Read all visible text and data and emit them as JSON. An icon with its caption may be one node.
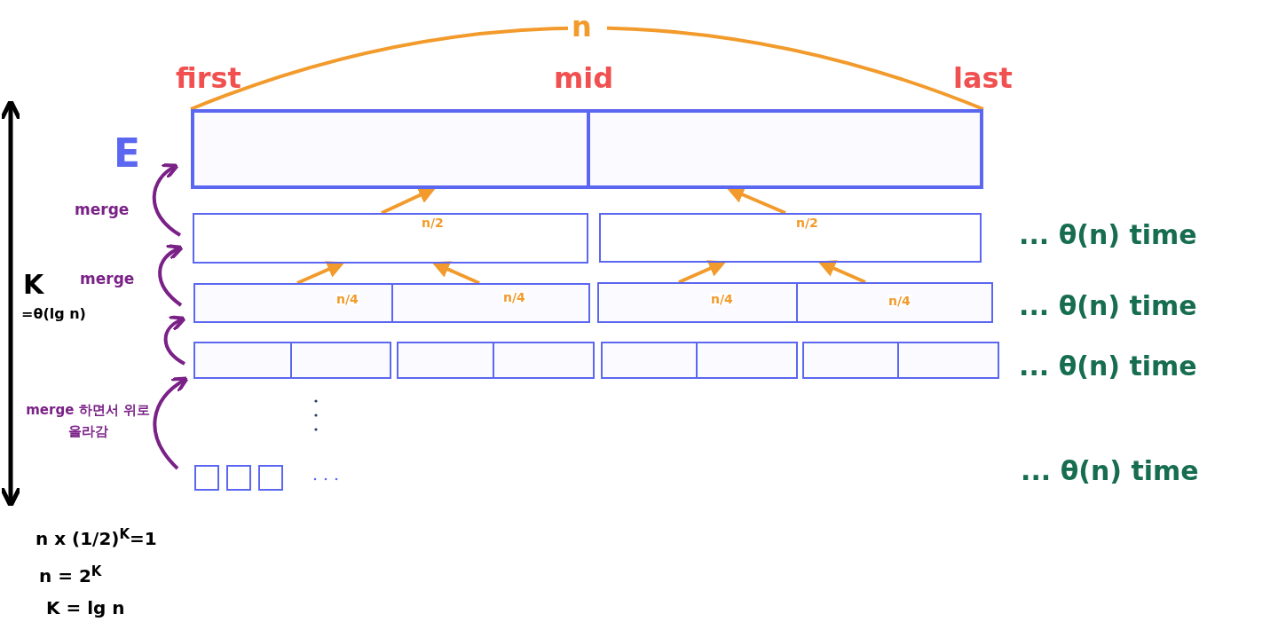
{
  "diagram": {
    "nodes": [
      {
        "text": [],
        "shape": "box"
      },
      {
        "text": [],
        "shape": "box",
        "in": 0
      },
      {
        "text": [],
        "shape": "box",
        "in": 0
      },
      {
        "text": [],
        "shape": "box"
      },
      {
        "text": [],
        "shape": "box"
      },
      {
        "text": [],
        "shape": "box"
      },
      {
        "text": [],
        "shape": "box",
        "in": 5
      },
      {
        "text": [],
        "shape": "box",
        "in": 5
      },
      {
        "text": [],
        "shape": "box"
      },
      {
        "text": [],
        "shape": "box",
        "in": 8
      },
      {
        "text": [],
        "shape": "box",
        "in": 8
      },
      {
        "text": [],
        "shape": "box"
      },
      {
        "text": [],
        "shape": "box",
        "in": 11
      },
      {
        "text": [],
        "shape": "box",
        "in": 11
      },
      {
        "text": [],
        "shape": "box"
      },
      {
        "text": [],
        "shape": "box",
        "in": 14
      },
      {
        "text": [],
        "shape": "box",
        "in": 14
      },
      {
        "text": [],
        "shape": "box"
      },
      {
        "text": [],
        "shape": "box",
        "in": 17
      },
      {
        "text": [],
        "shape": "box",
        "in": 17
      },
      {
        "text": [],
        "shape": "box"
      },
      {
        "text": [],
        "shape": "box",
        "in": 20
      },
      {
        "text": [],
        "shape": "box",
        "in": 20
      },
      {
        "text": [],
        "shape": "box"
      },
      {
        "text": [],
        "shape": "box"
      },
      {
        "text": [],
        "shape": "box"
      }
    ],
    "edges": [
      {
        "from": 3,
        "to": 1,
        "arrow": "to",
        "label": "n/2"
      },
      {
        "from": 4,
        "to": 2,
        "arrow": "to",
        "label": "n/2"
      },
      {
        "from": 6,
        "to": 3,
        "arrow": "to",
        "label": "n/4"
      },
      {
        "from": 7,
        "to": 3,
        "arrow": "to",
        "label": "n/4"
      },
      {
        "from": 9,
        "to": 4,
        "arrow": "to",
        "label": "n/4"
      },
      {
        "from": 10,
        "to": 4,
        "arrow": "to",
        "label": "n/4"
      }
    ],
    "labels": [
      "n",
      "first",
      "mid",
      "last",
      "E",
      "merge",
      "K",
      "=θ(lg n)",
      "merge",
      "merge 하면서 위로 올라감",
      "... θ(n) time",
      "... θ(n) time",
      "... θ(n) time",
      "... θ(n) time",
      "n x (1/2)$^{K}$=1",
      "n = 2$^{K}$",
      "K = lg n"
    ]
  }
}
